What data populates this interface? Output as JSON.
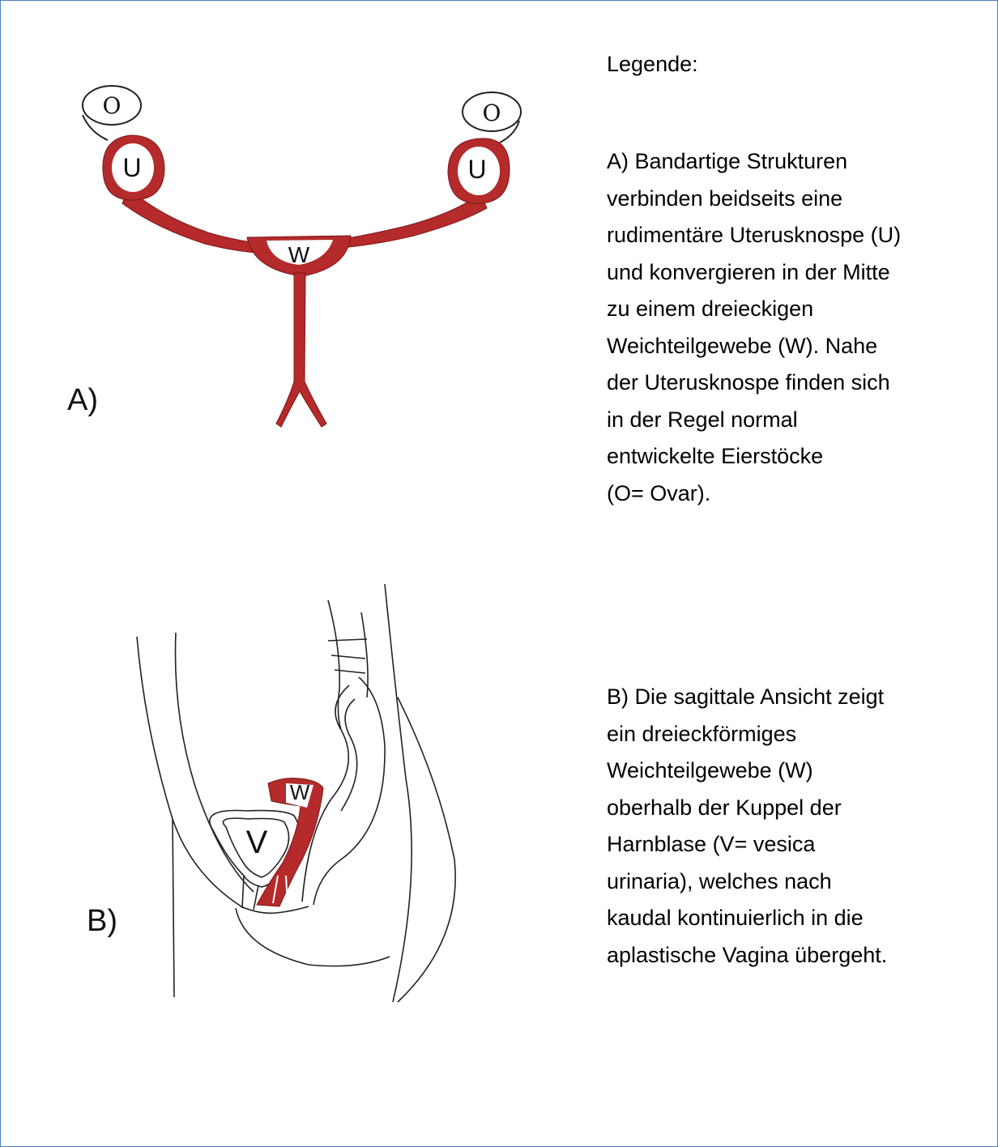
{
  "legend": {
    "title": "Legende:",
    "para_a": [
      "A) Bandartige Strukturen",
      "verbinden beidseits eine",
      "rudimentäre Uterusknospe (U)",
      "und konvergieren in der Mitte",
      "zu einem dreieckigen",
      "Weichteilgewebe (W). Nahe",
      "der Uterusknospe finden sich",
      "in der Regel normal",
      "entwickelte Eierstöcke",
      "(O= Ovar)."
    ],
    "para_b": [
      "B) Die sagittale Ansicht zeigt",
      "ein dreieckförmiges",
      "Weichteilgewebe (W)",
      "oberhalb der Kuppel der",
      "Harnblase (V= vesica",
      "urinaria), welches nach",
      "kaudal kontinuierlich in die",
      "aplastische Vagina übergeht."
    ]
  },
  "figure_a": {
    "panel_label": "A)",
    "ovary_label": "O",
    "uterus_label": "U",
    "tissue_label": "W"
  },
  "figure_b": {
    "panel_label": "B)",
    "bladder_label": "V",
    "tissue_label": "W"
  },
  "colors": {
    "tissue_red": "#b52a2a",
    "outline": "#222222",
    "frame": "#4f81bd"
  }
}
